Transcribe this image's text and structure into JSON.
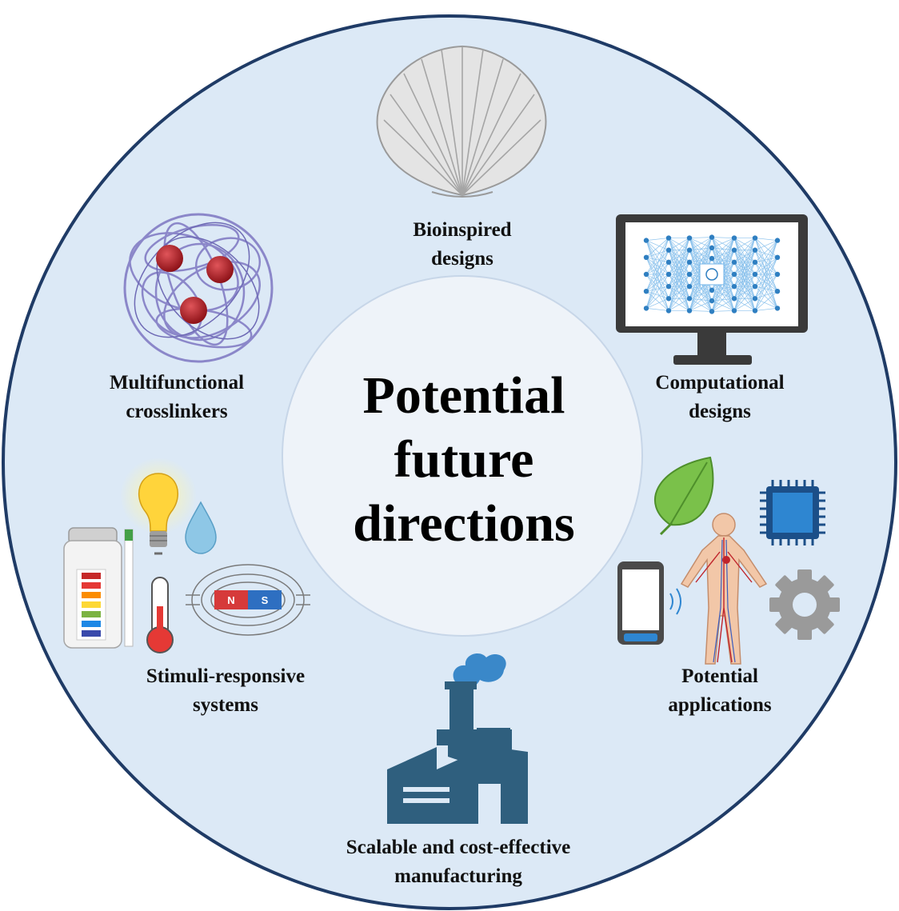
{
  "center": {
    "lines": [
      "Potential",
      "future",
      "directions"
    ]
  },
  "topics": [
    {
      "id": "bioinspired",
      "lines": [
        "Bioinspired",
        "designs"
      ],
      "icon": "seashell-icon"
    },
    {
      "id": "computational",
      "lines": [
        "Computational",
        "designs"
      ],
      "icon": "neural-network-monitor-icon"
    },
    {
      "id": "applications",
      "lines": [
        "Potential",
        "applications"
      ],
      "icon": "human-body-devices-icon"
    },
    {
      "id": "manufacturing",
      "lines": [
        "Scalable and cost-effective",
        "manufacturing"
      ],
      "icon": "factory-icon"
    },
    {
      "id": "stimuli",
      "lines": [
        "Stimuli-responsive",
        "systems"
      ],
      "icon": "stimuli-icons"
    },
    {
      "id": "crosslinkers",
      "lines": [
        "Multifunctional",
        "crosslinkers"
      ],
      "icon": "polymer-network-icon"
    }
  ],
  "colors": {
    "outer_circle_fill": "#dce9f6",
    "outer_circle_stroke": "#1f3b66",
    "inner_circle_fill": "#eef3f9",
    "factory": "#2f5f7e",
    "bead": "#a31f24",
    "network": "#8b87c9"
  }
}
